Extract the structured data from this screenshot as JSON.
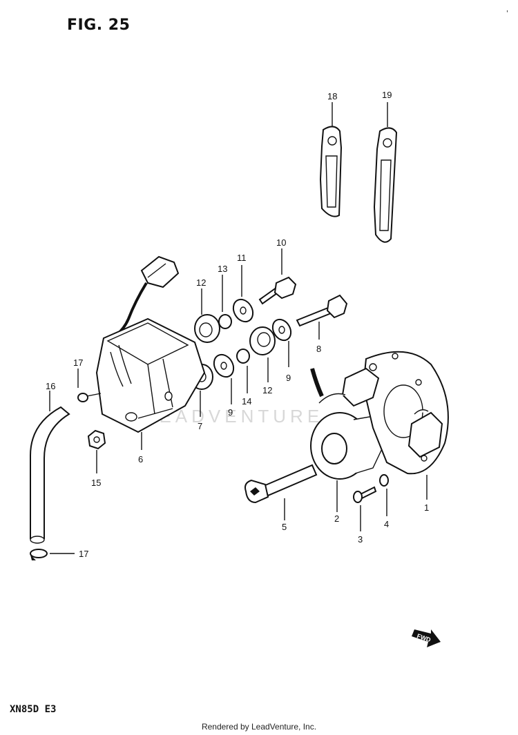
{
  "figure": {
    "title": "FIG. 25",
    "model_code": "XN85D  E3",
    "corner_mark": "'"
  },
  "footer": {
    "text": "Rendered by LeadVenture, Inc."
  },
  "watermark": {
    "text": "LEADVENTURE"
  },
  "direction_arrow": {
    "label": "FWD"
  },
  "callouts": {
    "c1": "1",
    "c2": "2",
    "c3": "3",
    "c4": "4",
    "c5": "5",
    "c6": "6",
    "c7": "7",
    "c8": "8",
    "c9a": "9",
    "c9b": "9",
    "c10": "10",
    "c11": "11",
    "c12a": "12",
    "c12b": "12",
    "c13": "13",
    "c14": "14",
    "c15": "15",
    "c16": "16",
    "c17a": "17",
    "c17b": "17",
    "c18": "18",
    "c19": "19"
  }
}
